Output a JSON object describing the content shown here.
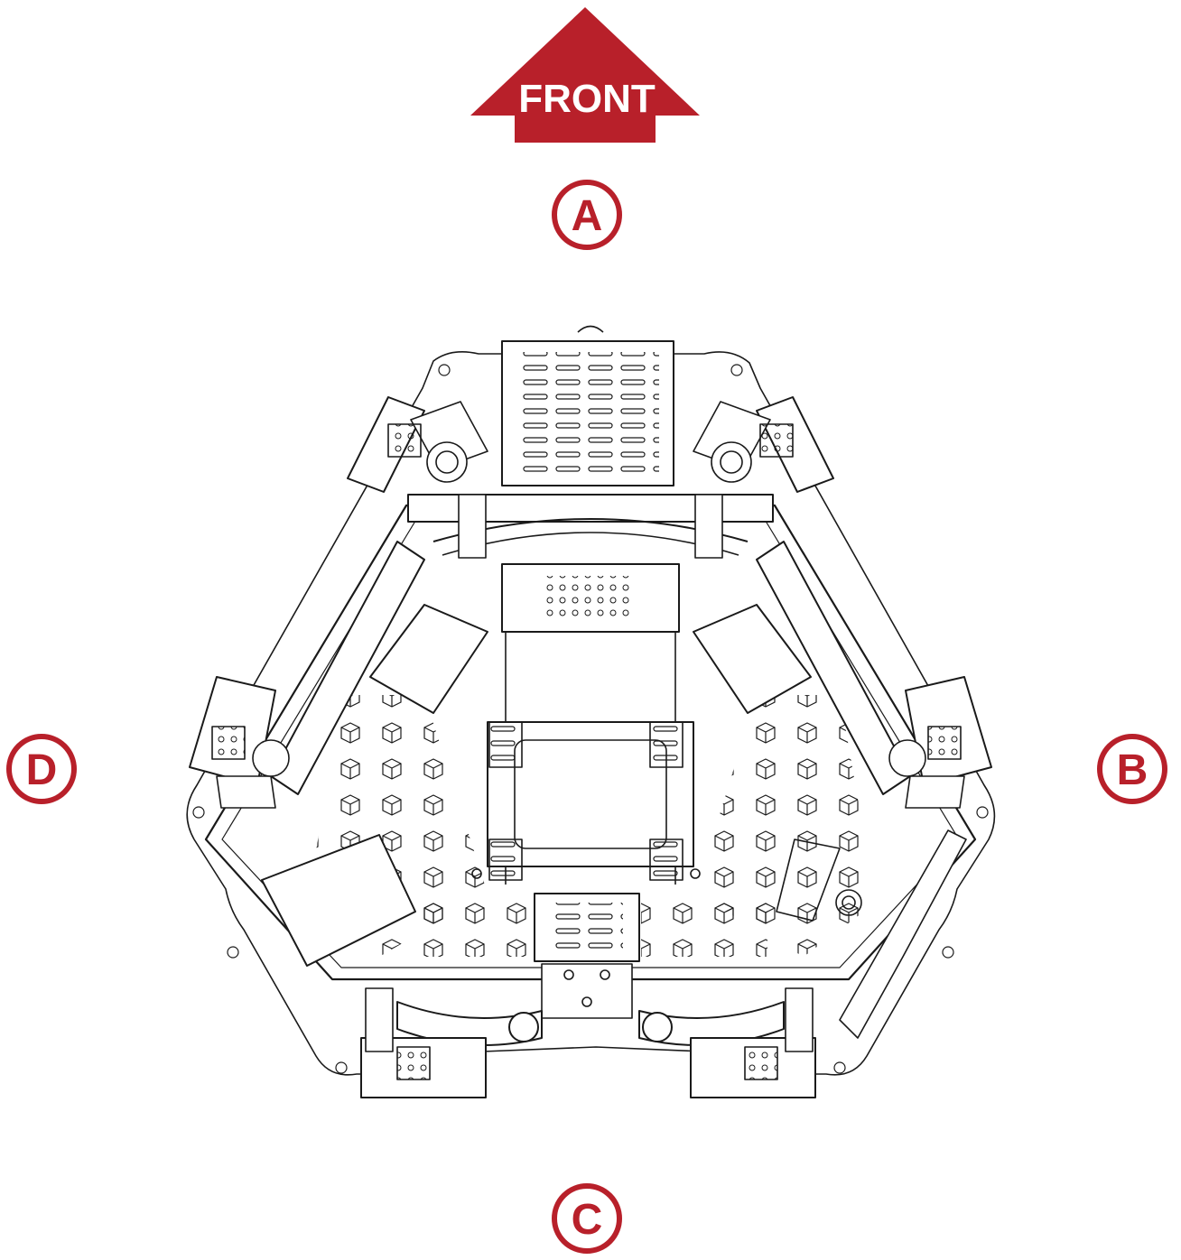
{
  "front_label": "FRONT",
  "markers": {
    "a": "A",
    "b": "B",
    "c": "C",
    "d": "D"
  },
  "colors": {
    "accent": "#B8202A",
    "line": "#1a1a1a",
    "background": "#ffffff"
  },
  "icons": {
    "front_arrow": "arrow-up-icon"
  }
}
